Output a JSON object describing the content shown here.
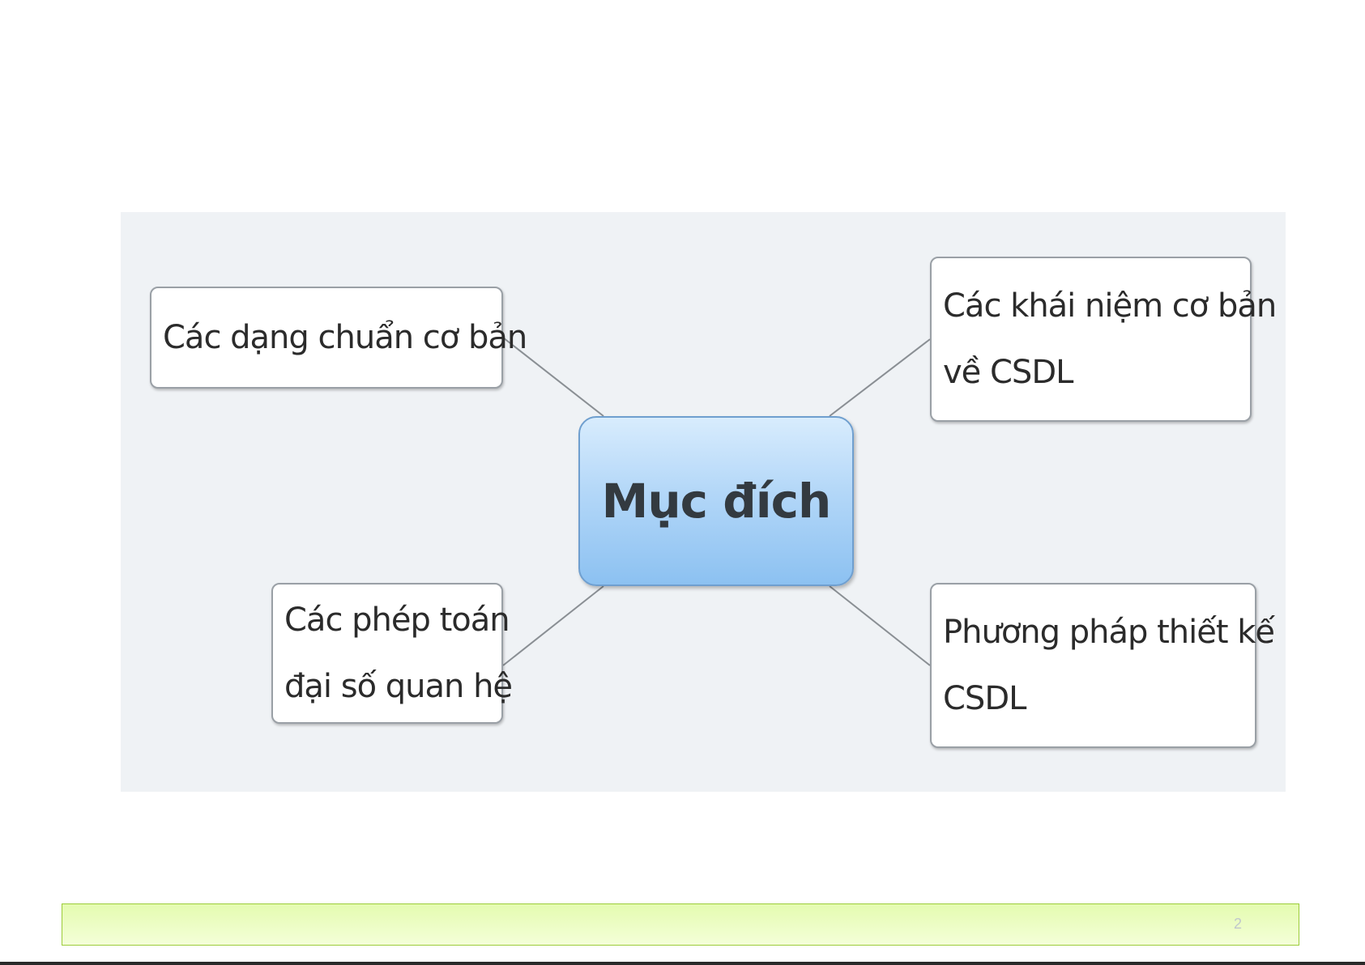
{
  "diagram": {
    "center": "Mục đích",
    "topics": {
      "top_left": [
        "Các dạng chuẩn cơ bản"
      ],
      "top_right": [
        "Các khái niệm cơ bản",
        "về CSDL"
      ],
      "bottom_left": [
        "Các phép toán",
        "đại số quan hệ"
      ],
      "bottom_right": [
        "Phương pháp thiết kế",
        "CSDL"
      ]
    }
  },
  "footer": {
    "page_number": "2"
  }
}
